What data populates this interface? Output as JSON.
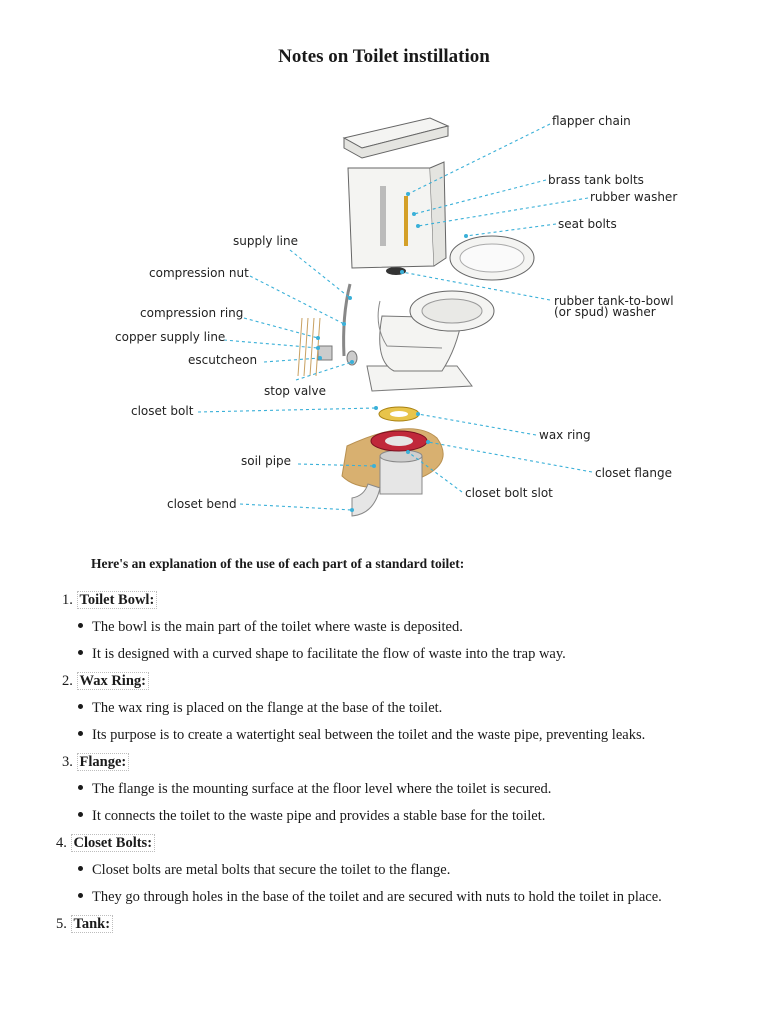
{
  "title": "Notes on Toilet instillation",
  "diagram": {
    "labels": {
      "flapper_chain": "flapper chain",
      "brass_tank_bolts": "brass tank bolts",
      "rubber_washer": "rubber washer",
      "seat_bolts": "seat bolts",
      "supply_line": "supply line",
      "compression_nut": "compression nut",
      "compression_ring": "compression ring",
      "copper_supply_line": "copper supply line",
      "escutcheon": "escutcheon",
      "stop_valve": "stop valve",
      "closet_bolt": "closet bolt",
      "soil_pipe": "soil pipe",
      "closet_bend": "closet bend",
      "spud_washer_1": "rubber tank-to-bowl",
      "spud_washer_2": "(or spud) washer",
      "wax_ring": "wax ring",
      "closet_flange": "closet flange",
      "closet_bolt_slot": "closet bolt slot"
    },
    "colors": {
      "leader": "#3ab0d8",
      "porcelain": "#f4f4f2",
      "flange": "#c0283a",
      "wax": "#e8c44a",
      "floor": "#d8b070"
    }
  },
  "intro": "Here's an explanation of the use of each part of a standard toilet:",
  "items": [
    {
      "num": "1.",
      "heading": "Toilet Bowl:",
      "bullets": [
        "The bowl is the main part of the toilet where waste is deposited.",
        "It is designed with a curved shape to facilitate the flow of waste into the trap way."
      ]
    },
    {
      "num": "2.",
      "heading": "Wax Ring:",
      "bullets": [
        "The wax ring is placed on the flange at the base of the toilet.",
        "Its purpose is to create a watertight seal between the toilet and the waste pipe, preventing leaks."
      ]
    },
    {
      "num": "3.",
      "heading": "Flange:",
      "bullets": [
        "The flange is the mounting surface at the floor level where the toilet is secured.",
        "It connects the toilet to the waste pipe and provides a stable base for the toilet."
      ]
    },
    {
      "num": "4.",
      "heading": "Closet Bolts:",
      "bullets": [
        "Closet bolts are metal bolts that secure the toilet to the flange.",
        "They go through holes in the base of the toilet and are secured with nuts to hold the toilet in place."
      ]
    },
    {
      "num": "5.",
      "heading": "Tank:",
      "bullets": []
    }
  ]
}
